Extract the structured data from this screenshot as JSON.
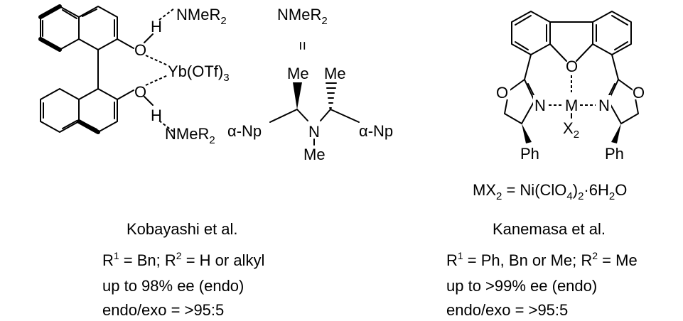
{
  "left_structure": {
    "amine_top": "NMeR",
    "amine_top_sub": "2",
    "h_top": "H",
    "o_top": "O",
    "metal": "Yb(OTf)",
    "metal_sub": "3",
    "o_bottom": "O",
    "h_bottom": "H",
    "amine_bottom": "NMeR",
    "amine_bottom_sub": "2"
  },
  "amine_definition": {
    "label": "NMeR",
    "label_sub": "2",
    "equals": "=",
    "me_left": "Me",
    "me_right": "Me",
    "n_center": "N",
    "me_n": "Me",
    "np_left": "α-Np",
    "np_right": "α-Np"
  },
  "right_structure": {
    "o_bridge": "O",
    "o_ox_left": "O",
    "o_ox_right": "O",
    "n_left": "N",
    "n_right": "N",
    "metal": "M",
    "x2": "X",
    "x2_sub": "2",
    "ph_left": "Ph",
    "ph_right": "Ph",
    "mx2_prefix": "MX",
    "mx2_prefix_sub": "2",
    "mx2_mid": " = Ni(ClO",
    "mx2_mid_sub": "4",
    "mx2_end": ")",
    "mx2_end_sub": "2",
    "mx2_dot": "·6H",
    "mx2_h2o_sub": "2",
    "mx2_o": "O"
  },
  "captions": {
    "left": {
      "author": "Kobayashi et al.",
      "r1": "R",
      "r1_sup": "1",
      "r1_text": " = Bn; R",
      "r2_sup": "2",
      "r2_text": " = H or alkyl",
      "ee": "up to 98% ee (endo)",
      "ratio": "endo/exo = >95:5"
    },
    "right": {
      "author": "Kanemasa et al.",
      "r1": "R",
      "r1_sup": "1",
      "r1_text": " = Ph, Bn or Me; R",
      "r2_sup": "2",
      "r2_text": " = Me",
      "ee": "up to >99% ee (endo)",
      "ratio": "endo/exo = >95:5"
    }
  }
}
